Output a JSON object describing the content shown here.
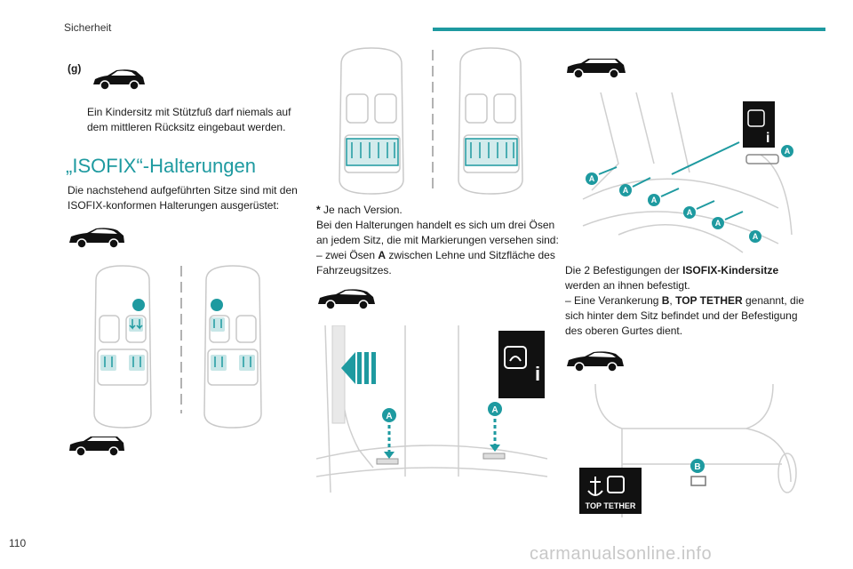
{
  "header": {
    "section": "Sicherheit"
  },
  "page_number": "110",
  "left_column": {
    "label": "(g)",
    "warning_line1": "Ein Kindersitz mit Stützfuß darf niemals auf",
    "warning_line2": "dem mittleren Rücksitz eingebaut werden.",
    "heading": "„ISOFIX“-Halterungen",
    "intro_line1": "Die nachstehend aufgeführten Sitze sind mit den",
    "intro_line2": "ISOFIX-konformen Halterungen ausgerüstet:"
  },
  "middle_column": {
    "footnote_star": "*",
    "footnote_text": " Je nach Version.",
    "text_line1": "Bei den Halterungen handelt es sich um drei Ösen",
    "text_line2": "an jedem Sitz, die mit Markierungen versehen sind:",
    "bullet_prefix": "–  zwei Ösen ",
    "bullet_bold": "A",
    "bullet_rest": " zwischen Lehne und Sitzfläche des",
    "bullet_line2": "Fahrzeugsitzes."
  },
  "right_column": {
    "p1_text": "Die 2 Befestigungen der ",
    "p1_bold": "ISOFIX-Kindersitze",
    "p1_line2": "werden an ihnen befestigt.",
    "bullet_prefix": "–  Eine Verankerung ",
    "bullet_b": "B",
    "bullet_comma": ", ",
    "bullet_tt": "TOP TETHER",
    "bullet_rest": " genannt, die",
    "bullet_line2": "sich hinter dem Sitz befindet und der Befestigung",
    "bullet_line3": "des oberen Gurtes dient."
  },
  "figure_labels": {
    "anchor_a": "A",
    "anchor_b": "B",
    "top_tether": "TOP TETHER"
  },
  "watermark": "carmanualsonline.info",
  "colors": {
    "accent": "#1e9aa0",
    "car": "#111111"
  }
}
